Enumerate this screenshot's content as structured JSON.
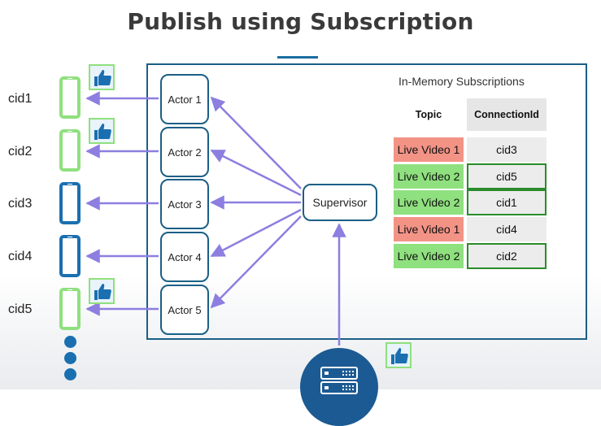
{
  "title": "Publish using Subscription",
  "clients": [
    {
      "label": "cid1",
      "liked": true
    },
    {
      "label": "cid2",
      "liked": true
    },
    {
      "label": "cid3",
      "liked": false
    },
    {
      "label": "cid4",
      "liked": false
    },
    {
      "label": "cid5",
      "liked": true
    }
  ],
  "actors": [
    "Actor 1",
    "Actor 2",
    "Actor 3",
    "Actor 4",
    "Actor 5"
  ],
  "supervisor": "Supervisor",
  "subscriptions": {
    "title": "In-Memory Subscriptions",
    "headers": {
      "topic": "Topic",
      "connection": "ConnectionId"
    },
    "rows": [
      {
        "topic": "Live Video 1",
        "connection": "cid3",
        "status": "red"
      },
      {
        "topic": "Live Video 2",
        "connection": "cid5",
        "status": "green"
      },
      {
        "topic": "Live Video 2",
        "connection": "cid1",
        "status": "green"
      },
      {
        "topic": "Live Video 1",
        "connection": "cid4",
        "status": "red"
      },
      {
        "topic": "Live Video 2",
        "connection": "cid2",
        "status": "green"
      }
    ]
  },
  "colors": {
    "arrow": "#8c7fe0",
    "frame": "#1b5f86",
    "phone_blue": "#1a6fb0",
    "phone_green": "#8fe07e",
    "topic_red": "#f29386",
    "topic_green": "#8fe07e",
    "highlight_border": "#2a8c2a",
    "server": "#1c5a93"
  },
  "icons": [
    "thumbs-up-icon",
    "phone-icon",
    "server-icon",
    "more-dots-icon"
  ]
}
